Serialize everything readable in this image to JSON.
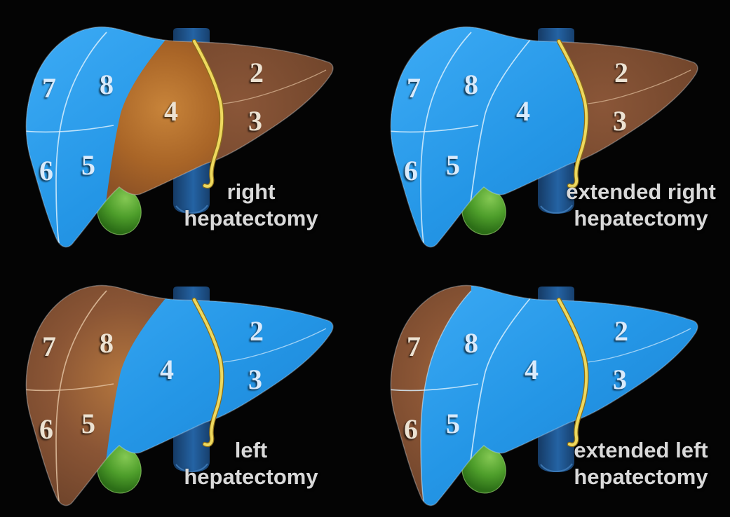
{
  "background": "#040404",
  "palette": {
    "segment_blue": "#2a9aea",
    "segment_brown": "#7b4a2f",
    "segment_orange": "#b9762f",
    "ligament_yellow": "#eed95e",
    "gallbladder_green": "#4d9c2c",
    "vena_cava_blue": "#1d4f86",
    "label_text": "#d9d9d9",
    "number_text_blue_area": "#d9eafb",
    "number_text_brown_area": "#ece2d2"
  },
  "diagrams": [
    {
      "name": "right-hepatectomy",
      "label_lines": [
        "right",
        "hepatectomy"
      ],
      "segment_numbers": [
        "2",
        "3",
        "4",
        "5",
        "6",
        "7",
        "8"
      ],
      "region_colors": {
        "segments_6_7": "blue",
        "segments_5_8": "blue",
        "segment_4": "orange",
        "segments_2_3": "brown"
      }
    },
    {
      "name": "extended-right-hepatectomy",
      "label_lines": [
        "extended right",
        "hepatectomy"
      ],
      "segment_numbers": [
        "2",
        "3",
        "4",
        "5",
        "6",
        "7",
        "8"
      ],
      "region_colors": {
        "segments_6_7": "blue",
        "segments_5_8": "blue",
        "segment_4": "blue",
        "segments_2_3": "brown"
      }
    },
    {
      "name": "left-hepatectomy",
      "label_lines": [
        "left",
        "hepatectomy"
      ],
      "segment_numbers": [
        "2",
        "3",
        "4",
        "5",
        "6",
        "7",
        "8"
      ],
      "region_colors": {
        "segments_6_7": "brown",
        "segments_5_8": "brown",
        "segment_4": "blue",
        "segments_2_3": "blue"
      }
    },
    {
      "name": "extended-left-hepatectomy",
      "label_lines": [
        "extended left",
        "hepatectomy"
      ],
      "segment_numbers": [
        "2",
        "3",
        "4",
        "5",
        "6",
        "7",
        "8"
      ],
      "region_colors": {
        "segments_6_7": "brown",
        "segments_5_8": "blue",
        "segment_4": "blue",
        "segments_2_3": "blue"
      }
    }
  ]
}
